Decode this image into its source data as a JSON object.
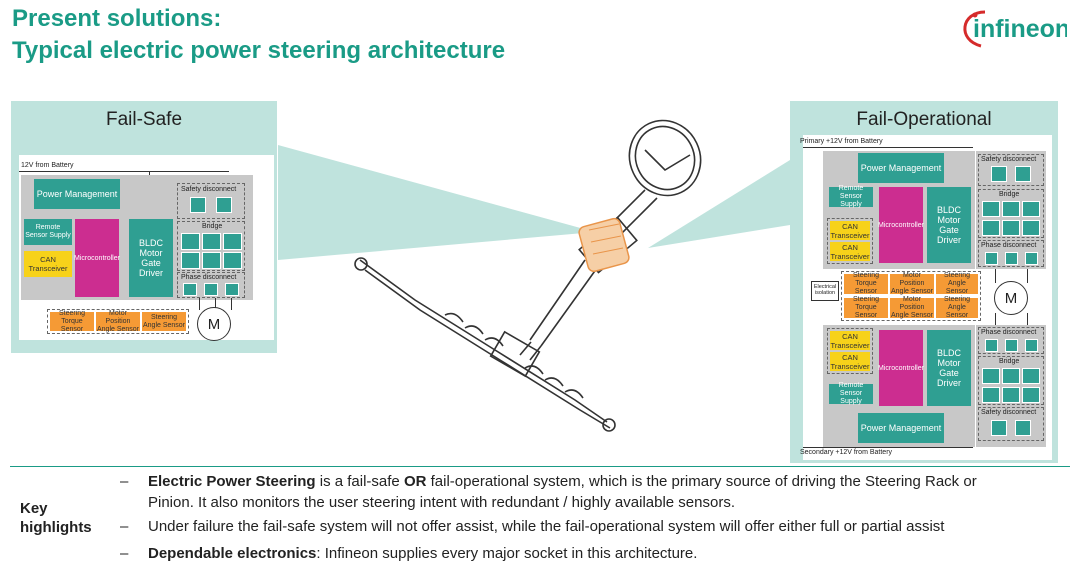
{
  "title": {
    "line1": "Present solutions:",
    "line2": "Typical electric power steering architecture"
  },
  "logo": {
    "text": "infineon",
    "color": "#1a9b86"
  },
  "fail_safe": {
    "heading": "Fail-Safe",
    "supply": "12V from Battery",
    "power_management": "Power Management",
    "remote_sensor": "Remote Sensor Supply",
    "can": "CAN Transceiver",
    "microcontroller": "Microcontroller",
    "bldc": "BLDC Motor Gate Driver",
    "safety_disconnect": "Safety disconnect",
    "bridge": "Bridge",
    "phase_disconnect": "Phase disconnect",
    "sensors": [
      "Steering Torque Sensor",
      "Motor Position Angle Sensor",
      "Steering Angle Sensor"
    ],
    "motor": "M"
  },
  "fail_operational": {
    "heading": "Fail-Operational",
    "primary_supply": "Primary +12V from Battery",
    "secondary_supply": "Secondary +12V from Battery",
    "power_management": "Power Management",
    "remote_sensor": "Remote Sensor Supply",
    "can": "CAN Transceiver",
    "microcontroller": "Microcontroller",
    "bldc": "BLDC Motor Gate Driver",
    "safety_disconnect": "Safety disconnect",
    "bridge": "Bridge",
    "phase_disconnect": "Phase disconnect",
    "electrical_isolation": "Electrical isolation",
    "sensors": [
      "Steering Torque Sensor",
      "Motor Position Angle Sensor",
      "Steering Angle Sensor"
    ],
    "motor": "M"
  },
  "highlights": {
    "label_line1": "Key",
    "label_line2": "highlights",
    "bullets": [
      {
        "bold": "Electric Power Steering",
        "text1": " is a fail-safe ",
        "bold2": "OR",
        "text2": " fail-operational system, which is the primary source of driving the Steering Rack or",
        "line2": "Pinion.  It also monitors the user steering intent with redundant / highly available sensors."
      },
      {
        "text": "Under failure the fail-safe system will not offer assist, while the fail-operational system will offer either full or partial assist"
      },
      {
        "bold": "Dependable electronics",
        "text": ": Infineon supplies every major socket in this architecture."
      }
    ],
    "dash": "–"
  },
  "colors": {
    "teal": "#1a9b86",
    "panel": "#bfe3dd",
    "block": "#2f9f92",
    "magenta": "#cc2d90",
    "yellow": "#f7d21a",
    "orange": "#f59a35"
  }
}
